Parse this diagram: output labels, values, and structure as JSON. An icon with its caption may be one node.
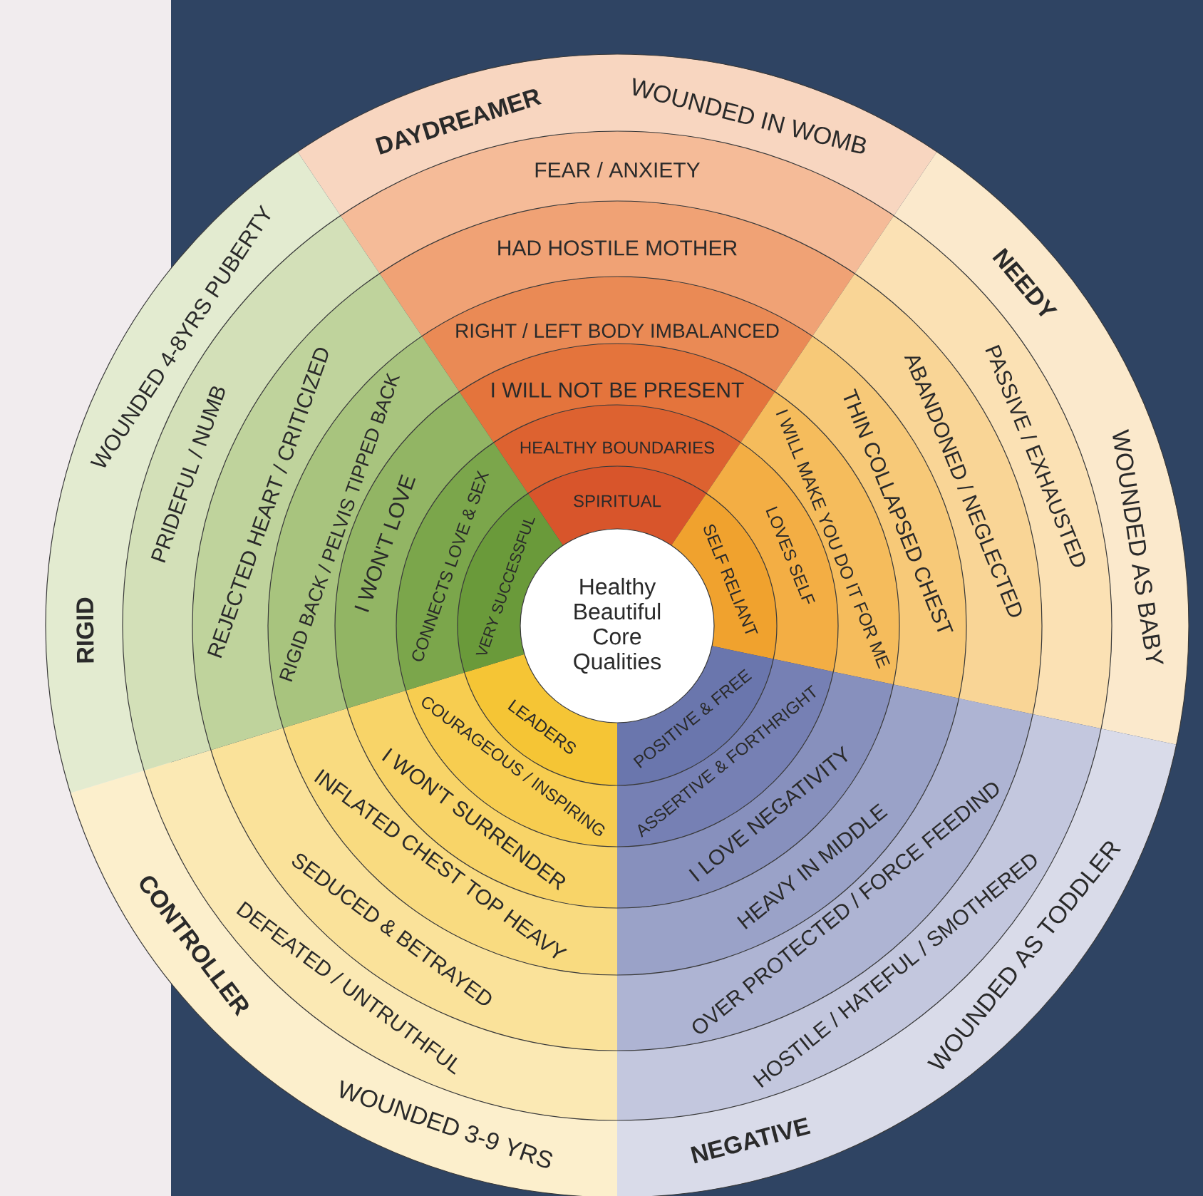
{
  "diagram": {
    "nodes": [
      {
        "text": [
          "Healthy Beautiful Core Qualities"
        ]
      },
      {
        "text": [
          "DAYDREAMER",
          "WOUNDED IN WOMB"
        ]
      },
      {
        "text": [
          "FEAR / ANXIETY"
        ]
      },
      {
        "text": [
          "HAD HOSTILE MOTHER"
        ]
      },
      {
        "text": [
          "RIGHT / LEFT BODY IMBALANCED"
        ]
      },
      {
        "text": [
          "I WILL NOT BE PRESENT"
        ]
      },
      {
        "text": [
          "HEALTHY BOUNDARIES"
        ]
      },
      {
        "text": [
          "SPIRITUAL"
        ]
      },
      {
        "text": [
          "NEEDY",
          "WOUNDED AS BABY"
        ]
      },
      {
        "text": [
          "PASSIVE / EXHAUSTED"
        ]
      },
      {
        "text": [
          "ABANDONED / NEGLECTED"
        ]
      },
      {
        "text": [
          "THIN COLLAPSED CHEST"
        ]
      },
      {
        "text": [
          "I WILL MAKE YOU DO IT FOR ME"
        ]
      },
      {
        "text": [
          "LOVES SELF"
        ]
      },
      {
        "text": [
          "SELF RELIANT"
        ]
      },
      {
        "text": [
          "NEGATIVE",
          "WOUNDED AS TODDLER"
        ]
      },
      {
        "text": [
          "HOSTILE / HATEFUL / SMOTHERED"
        ]
      },
      {
        "text": [
          "OVER PROTECTED / FORCE FEEDIND"
        ]
      },
      {
        "text": [
          "HEAVY IN MIDDLE"
        ]
      },
      {
        "text": [
          "I LOVE NEGATIVITY"
        ]
      },
      {
        "text": [
          "ASSERTIVE & FORTHRIGHT"
        ]
      },
      {
        "text": [
          "POSITIVE & FREE"
        ]
      },
      {
        "text": [
          "CONTROLLER",
          "WOUNDED 3-9 YRS"
        ]
      },
      {
        "text": [
          "DEFEATED / UNTRUTHFUL"
        ]
      },
      {
        "text": [
          "SEDUCED & BETRAYED"
        ]
      },
      {
        "text": [
          "INFLATED CHEST TOP HEAVY"
        ]
      },
      {
        "text": [
          "I WON'T SURRENDER"
        ]
      },
      {
        "text": [
          "COURAGEOUS / INSPIRING"
        ]
      },
      {
        "text": [
          "LEADERS"
        ]
      },
      {
        "text": [
          "RIGID",
          "WOUNDED 4-8YRS PUBERTY"
        ]
      },
      {
        "text": [
          "PRIDEFUL / NUMB"
        ]
      },
      {
        "text": [
          "REJECTED HEART / CRITICIZED"
        ]
      },
      {
        "text": [
          "RIGID BACK / PELVIS TIPPED BACK"
        ]
      },
      {
        "text": [
          "I WON'T LOVE"
        ]
      },
      {
        "text": [
          "CONNECTS LOVE & SEX"
        ]
      },
      {
        "text": [
          "VERY SUCCESSFUL"
        ]
      }
    ]
  }
}
